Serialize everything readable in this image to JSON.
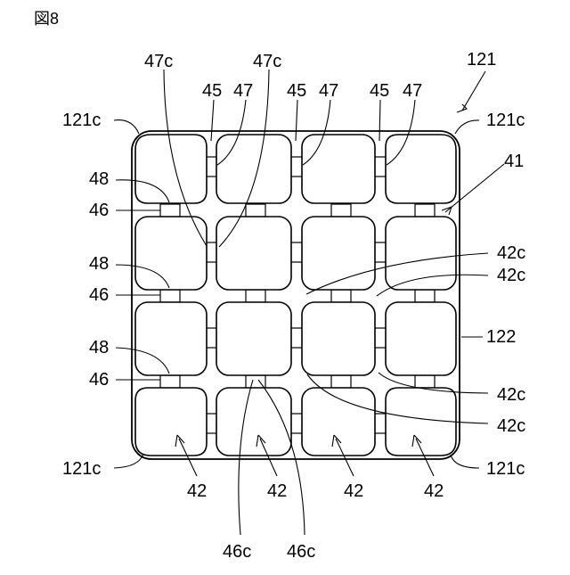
{
  "figure": {
    "title": "図8",
    "labels": {
      "l121_top": "121",
      "c121_tl": "121c",
      "c121_tr": "121c",
      "c121_bl": "121c",
      "c121_br": "121c",
      "l41": "41",
      "l122": "122",
      "c47_a": "47c",
      "c47_b": "47c",
      "l45_1": "45",
      "l47_1": "47",
      "l45_2": "45",
      "l47_2": "47",
      "l45_3": "45",
      "l47_3": "47",
      "l48_1": "48",
      "l46_1": "46",
      "l48_2": "48",
      "l46_2": "46",
      "l48_3": "48",
      "l46_3": "46",
      "c42_1": "42c",
      "c42_2": "42c",
      "c42_3": "42c",
      "c42_4": "42c",
      "l42_1": "42",
      "l42_2": "42",
      "l42_3": "42",
      "l42_4": "42",
      "c46_a": "46c",
      "c46_b": "46c"
    }
  }
}
